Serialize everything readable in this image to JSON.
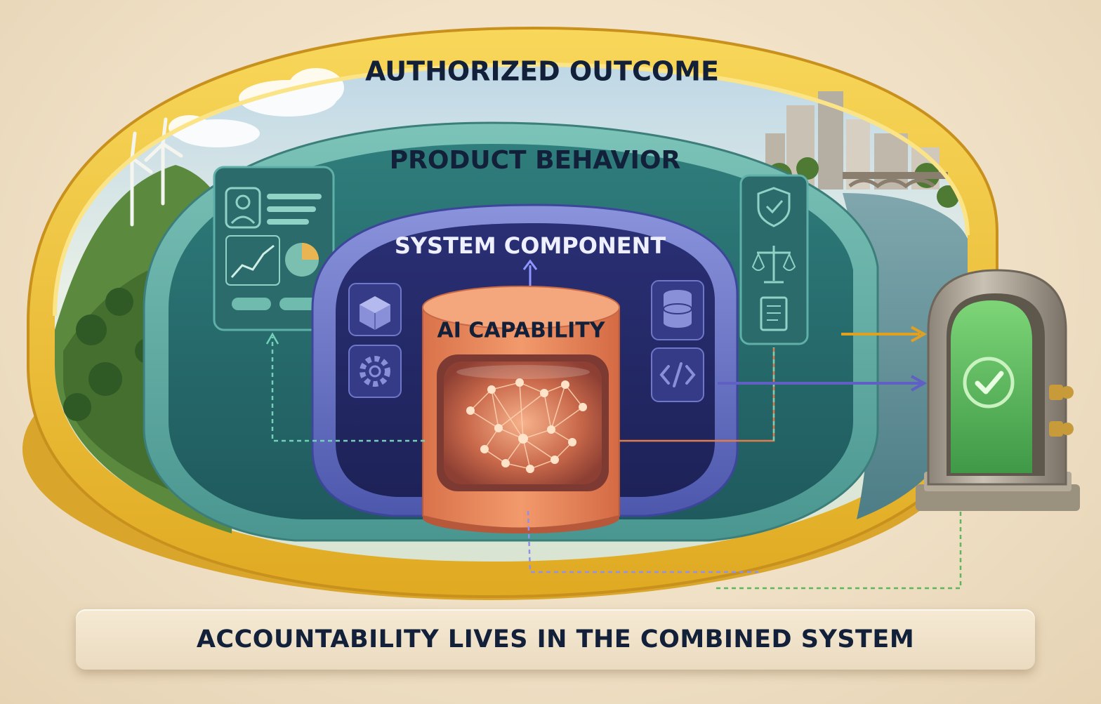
{
  "layers": {
    "outer": {
      "label": "AUTHORIZED OUTCOME",
      "color": "#f2c53d"
    },
    "product": {
      "label": "PRODUCT BEHAVIOR",
      "color": "#4f9e98"
    },
    "system": {
      "label": "SYSTEM COMPONENT",
      "color": "#4a5aa8"
    },
    "core": {
      "label": "AI CAPABILITY",
      "color": "#e98a5e"
    }
  },
  "product_panels": {
    "left": {
      "icons": [
        "user-profile-icon",
        "line-chart-icon",
        "pie-chart-icon"
      ]
    },
    "right": {
      "icons": [
        "shield-check-icon",
        "scales-icon",
        "document-icon"
      ]
    }
  },
  "system_tiles": {
    "left": [
      "cube-icon",
      "gear-icon"
    ],
    "right": [
      "database-icon",
      "code-icon"
    ]
  },
  "gate": {
    "icon": "check-icon",
    "color": "#5cbf5a"
  },
  "arrow_colors": {
    "yellow": "#e0a020",
    "purple": "#5f5fc4",
    "green": "#5cb85c",
    "orange": "#e07b4c"
  },
  "footer": {
    "caption": "ACCOUNTABILITY LIVES IN THE COMBINED SYSTEM"
  }
}
